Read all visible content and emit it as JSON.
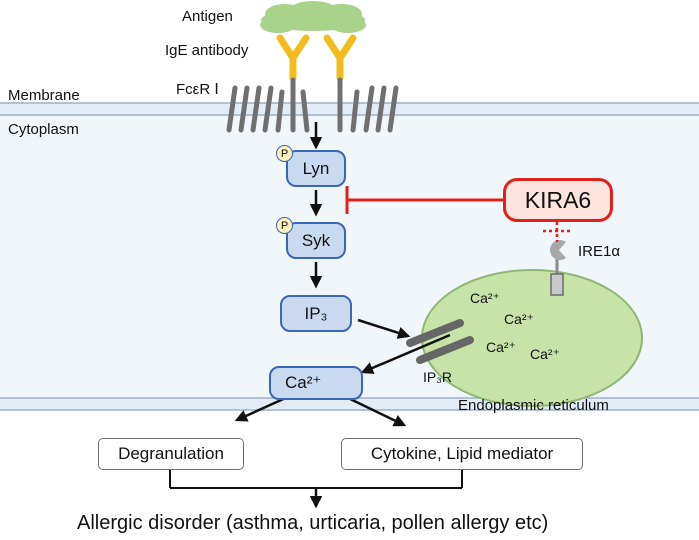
{
  "labels": {
    "antigen": "Antigen",
    "ige_antibody": "IgE antibody",
    "fceri": "FcεR Ⅰ",
    "membrane": "Membrane",
    "cytoplasm": "Cytoplasm",
    "ire1a": "IRE1α",
    "ip3r": "IP₃R",
    "er": "Endoplasmic reticulum"
  },
  "nodes": {
    "phospho": "P",
    "lyn": "Lyn",
    "syk": "Syk",
    "ip3": "IP₃",
    "ca_cyto": "Ca²⁺",
    "kira6": "KIRA6",
    "degranulation": "Degranulation",
    "cytokine": "Cytokine, Lipid mediator",
    "disorder": "Allergic disorder (asthma, urticaria, pollen allergy etc)"
  },
  "er_calcium": [
    "Ca²⁺",
    "Ca²⁺",
    "Ca²⁺",
    "Ca²⁺"
  ],
  "colors": {
    "membrane_fill": "#e4edf6",
    "membrane_line": "#9db1c8",
    "cytoplasm_fill": "#f1f6fb",
    "antigen": "#a9d28a",
    "antibody": "#f2bd1c",
    "receptor": "#707070",
    "molecule_fill": "#c9d9ef",
    "molecule_border": "#3a67b3",
    "er_fill": "#c7e3a8",
    "er_border": "#8fb774",
    "inhibition": "#e0201b",
    "kira6_fill": "#fde4de",
    "ca_arrow": "#e0201b"
  }
}
